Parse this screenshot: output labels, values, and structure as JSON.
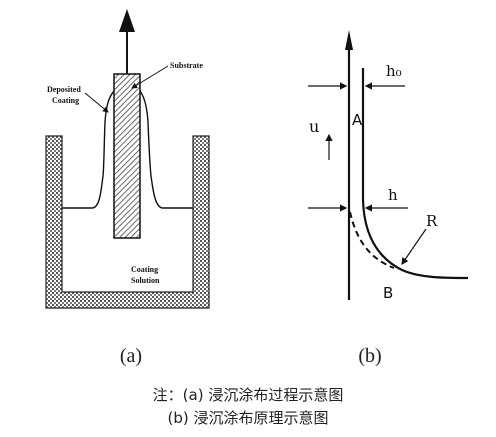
{
  "panel_a": {
    "label": "(a)",
    "substrate_label": "Substrate",
    "deposited_label_line1": "Deposited",
    "deposited_label_line2": "Coating",
    "solution_label_line1": "Coating",
    "solution_label_line2": "Solution"
  },
  "panel_b": {
    "label": "(b)",
    "h0_label": "h₀",
    "h_label": "h",
    "u_label": "u",
    "A_label": "A",
    "B_label": "B",
    "R_label": "R"
  },
  "caption": {
    "line1": "注：(a) 浸沉涂布过程示意图",
    "line2": "(b) 浸沉涂布原理示意图"
  }
}
